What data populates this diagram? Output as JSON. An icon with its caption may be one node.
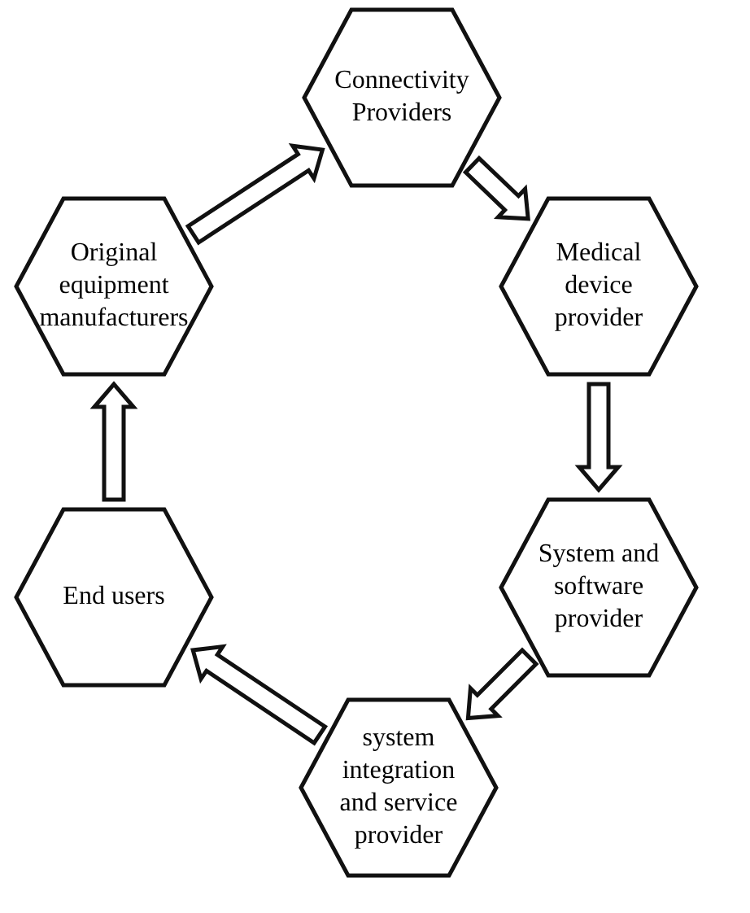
{
  "diagram": {
    "nodes": [
      {
        "text": [
          "Connectivity Providers"
        ]
      },
      {
        "text": [
          "Medical device provider"
        ]
      },
      {
        "text": [
          "System and software provider"
        ]
      },
      {
        "text": [
          "system integration and service provider"
        ]
      },
      {
        "text": [
          "End users"
        ]
      },
      {
        "text": [
          "Original equipment manufacturers"
        ]
      }
    ],
    "edges": [
      {
        "from": 5,
        "to": 0,
        "arrow": "to"
      },
      {
        "from": 0,
        "to": 1,
        "arrow": "to"
      },
      {
        "from": 1,
        "to": 2,
        "arrow": "to"
      },
      {
        "from": 2,
        "to": 3,
        "arrow": "to"
      },
      {
        "from": 3,
        "to": 4,
        "arrow": "to"
      },
      {
        "from": 4,
        "to": 5,
        "arrow": "to"
      }
    ]
  }
}
